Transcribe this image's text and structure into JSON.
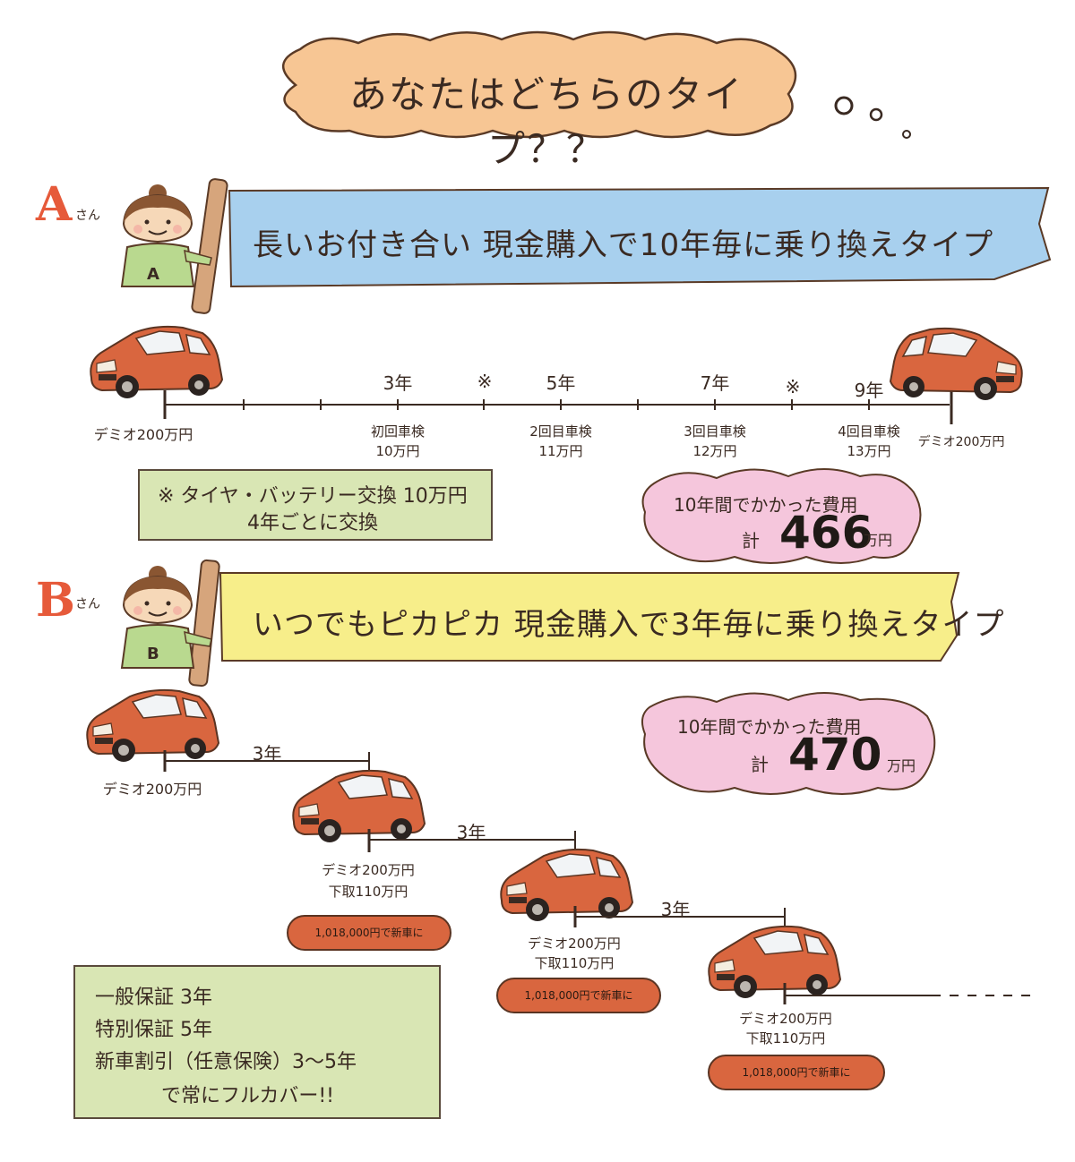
{
  "title": "あなたはどちらのタイプ？？",
  "colors": {
    "title_cloud": "#f7c694",
    "banner_a": "#a8d0ee",
    "banner_b": "#f7ee8a",
    "cost_cloud": "#f5c6dc",
    "note_box": "#d9e6b4",
    "car": "#d9663f",
    "person_tag": "#e65a3a"
  },
  "person_a": {
    "tag": "A",
    "san": "さん",
    "shirt_letter": "A",
    "banner": "長いお付き合い 現金購入で10年毎に乗り換えタイプ",
    "start_label": "デミオ200万円",
    "end_label": "デミオ200万円",
    "milestones": [
      {
        "year": "3年",
        "line1": "初回車検",
        "line2": "10万円"
      },
      {
        "year": "5年",
        "line1": "2回目車検",
        "line2": "11万円"
      },
      {
        "year": "7年",
        "line1": "3回目車検",
        "line2": "12万円"
      },
      {
        "year": "9年",
        "line1": "4回目車検",
        "line2": "13万円"
      }
    ],
    "tire_marks": [
      "※",
      "※"
    ],
    "note": [
      "※ タイヤ・バッテリー交換 10万円",
      "4年ごとに交換"
    ],
    "cost_label": "10年間でかかった費用",
    "cost_prefix": "計",
    "cost_total": "466",
    "cost_unit": "万円"
  },
  "person_b": {
    "tag": "B",
    "san": "さん",
    "shirt_letter": "B",
    "banner": "いつでもピカピカ 現金購入で3年毎に乗り換えタイプ",
    "start_label": "デミオ200万円",
    "steps": [
      {
        "year": "3年",
        "line1": "デミオ200万円",
        "line2": "下取110万円",
        "pill": "1,018,000円で新車に"
      },
      {
        "year": "3年",
        "line1": "デミオ200万円",
        "line2": "下取110万円",
        "pill": "1,018,000円で新車に"
      },
      {
        "year": "3年",
        "line1": "デミオ200万円",
        "line2": "下取110万円",
        "pill": "1,018,000円で新車に"
      }
    ],
    "note": [
      "一般保証 3年",
      "特別保証 5年",
      "新車割引（任意保険）3～5年",
      "で常にフルカバー!!"
    ],
    "cost_label": "10年間でかかった費用",
    "cost_prefix": "計",
    "cost_total": "470",
    "cost_unit": "万円"
  }
}
